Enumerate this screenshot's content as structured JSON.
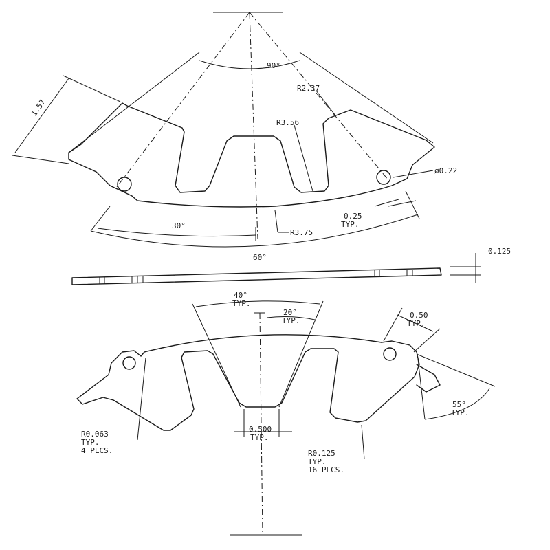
{
  "drawing": {
    "top_view": {
      "angle_90": "90°",
      "radius_outer": "R2.37",
      "radius_inner": "R3.56",
      "height_157": "1.57",
      "hole_dia": "ø0.22",
      "gap_025": "0.25",
      "gap_025_typ": "TYP.",
      "angle_30": "30°",
      "radius_375": "R3.75",
      "angle_60": "60°"
    },
    "side_view": {
      "thickness": "0.125"
    },
    "bottom_view": {
      "angle_40": "40°",
      "angle_40_typ": "TYP.",
      "angle_20": "20°",
      "angle_20_typ": "TYP.",
      "width_050": "0.50",
      "width_050_typ": "TYP.",
      "angle_55": "55°",
      "angle_55_typ": "TYP.",
      "width_0500": "0.500",
      "width_0500_typ": "TYP.",
      "radius_0063": "R0.063",
      "radius_0063_typ": "TYP.",
      "radius_0063_count": "4 PLCS.",
      "radius_0125": "R0.125",
      "radius_0125_typ": "TYP.",
      "radius_0125_count": "16 PLCS."
    }
  }
}
